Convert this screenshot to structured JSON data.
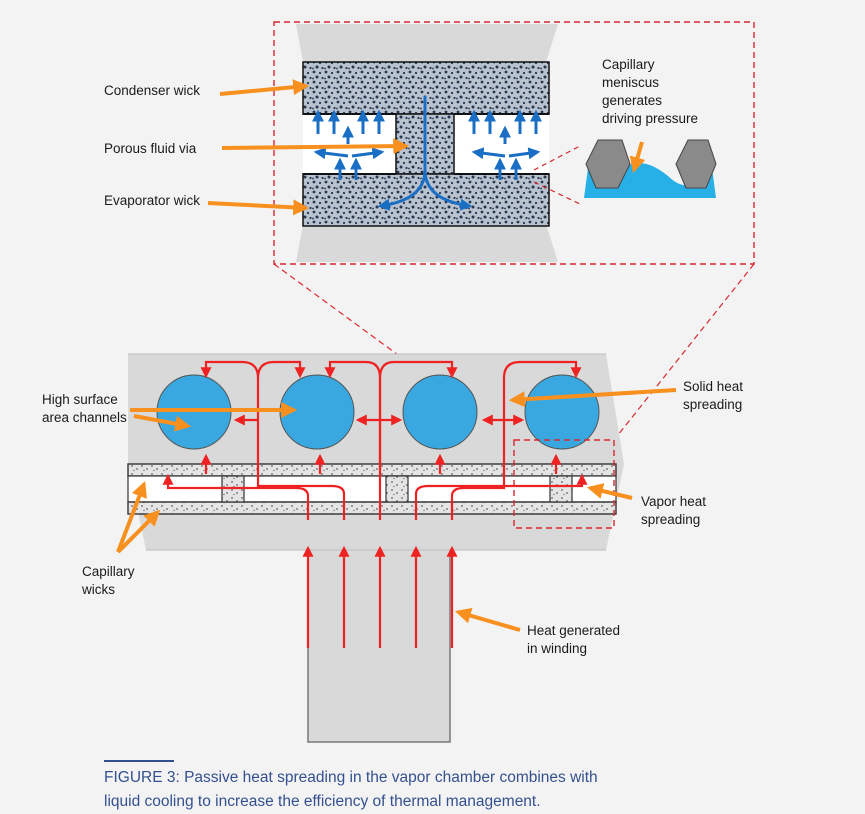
{
  "labels": {
    "condenser_wick": "Condenser wick",
    "porous_fluid_via": "Porous fluid via",
    "evaporator_wick": "Evaporator wick",
    "capillary_meniscus": "Capillary\nmeniscus\ngenerates\ndriving pressure",
    "high_surface_area": "High surface\narea channels",
    "solid_heat_spreading": "Solid heat\nspreading",
    "vapor_heat_spreading": "Vapor heat\nspreading",
    "capillary_wicks": "Capillary\nwicks",
    "heat_generated": "Heat generated\nin winding"
  },
  "caption": {
    "text": "FIGURE 3:  Passive heat spreading in the vapor chamber combines with\nliquid cooling to increase the efficiency of thermal management."
  },
  "colors": {
    "background": "#f3f3f3",
    "body_gray": "#d9d9d9",
    "channel_blue": "#39a8e0",
    "heat_red": "#ee2222",
    "arrow_orange": "#f7901e",
    "fluid_blue": "#1a6fc4",
    "zoom_red": "#d7282f",
    "caption_blue": "#34508f"
  }
}
